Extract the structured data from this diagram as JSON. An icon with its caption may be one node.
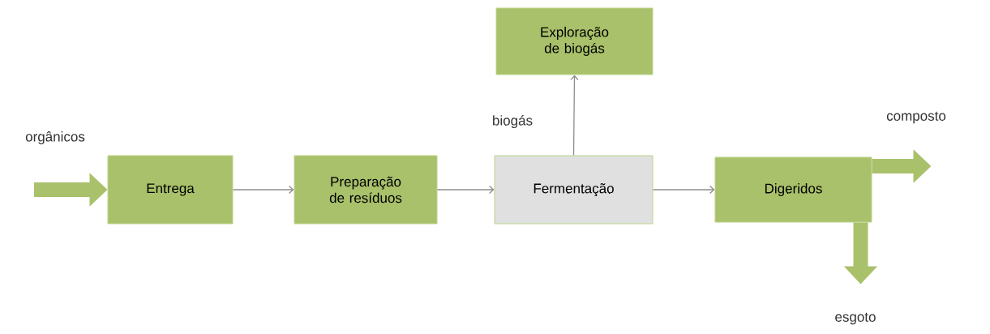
{
  "diagram": {
    "nodes": [
      {
        "text": [
          "Entrega"
        ]
      },
      {
        "text": [
          "Preparação de resíduos"
        ]
      },
      {
        "text": [
          "Fermentação"
        ]
      },
      {
        "text": [
          "Exploração de biogás"
        ]
      },
      {
        "text": [
          "Digeridos"
        ]
      }
    ],
    "edges": [
      {
        "from": null,
        "to": 0,
        "arrow": "to",
        "label": "orgânicos",
        "style": "thick",
        "color": "#a9c16a"
      },
      {
        "from": 0,
        "to": 1,
        "arrow": "to"
      },
      {
        "from": 1,
        "to": 2,
        "arrow": "to"
      },
      {
        "from": 2,
        "to": 3,
        "arrow": "to",
        "label": "biogás"
      },
      {
        "from": 2,
        "to": 4,
        "arrow": "to"
      },
      {
        "from": 4,
        "to": null,
        "arrow": "to",
        "label": "composto",
        "style": "thick",
        "color": "#a9c16a"
      },
      {
        "from": 4,
        "to": null,
        "arrow": "to",
        "label": "esgoto",
        "style": "thick",
        "color": "#a9c16a"
      }
    ]
  }
}
